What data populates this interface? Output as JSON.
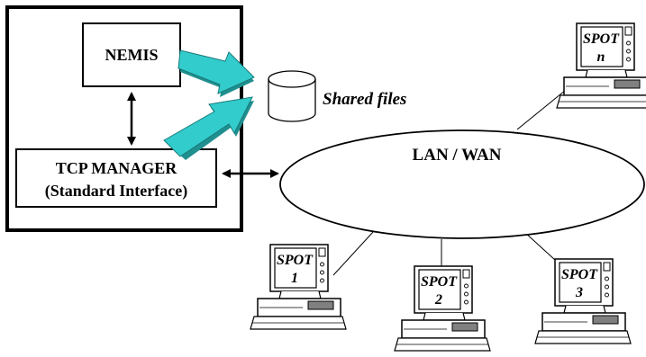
{
  "server": {
    "nemis_label": "NEMIS",
    "tcp_manager_label": "TCP MANAGER",
    "tcp_manager_sublabel": "(Standard Interface)"
  },
  "storage": {
    "shared_files_label": "Shared files"
  },
  "network": {
    "label": "LAN / WAN"
  },
  "spots": [
    {
      "line1": "SPOT",
      "line2": "n"
    },
    {
      "line1": "SPOT",
      "line2": "1"
    },
    {
      "line1": "SPOT",
      "line2": "2"
    },
    {
      "line1": "SPOT",
      "line2": "3"
    }
  ],
  "colors": {
    "arrow_fill": "#33cccc",
    "arrow_dark": "#1f8f8f",
    "line": "#000000",
    "background": "#ffffff"
  }
}
